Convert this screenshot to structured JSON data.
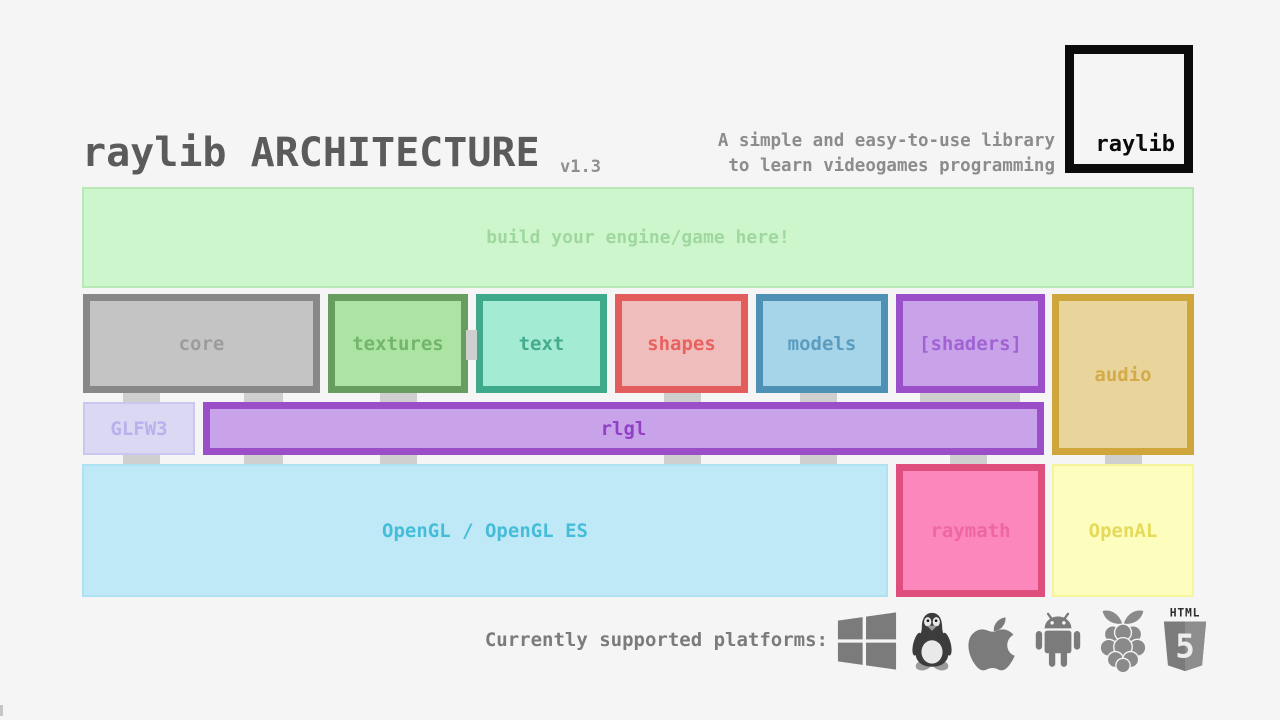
{
  "header": {
    "title": "raylib ARCHITECTURE",
    "version": "v1.3",
    "tagline": [
      "A simple and easy-to-use library",
      "to learn videogames programming"
    ],
    "logo_text": "raylib"
  },
  "banner": {
    "label": "build your engine/game here!"
  },
  "modules": [
    {
      "label": "core",
      "border": "#888888",
      "fill": "#c4c4c4",
      "text": "#9c9c9c"
    },
    {
      "label": "textures",
      "border": "#679e60",
      "fill": "#abe4a3",
      "text": "#74b56c"
    },
    {
      "label": "text",
      "border": "#3fa98c",
      "fill": "#a3ebd3",
      "text": "#46ab8e"
    },
    {
      "label": "shapes",
      "border": "#e25d5b",
      "fill": "#efbdbc",
      "text": "#e8625f"
    },
    {
      "label": "models",
      "border": "#4f90b5",
      "fill": "#a6d4e8",
      "text": "#5b9dc0"
    },
    {
      "label": "[shaders]",
      "border": "#9b4fc9",
      "fill": "#c9a3ea",
      "text": "#a163d4"
    },
    {
      "label": "audio",
      "border": "#cfa63c",
      "fill": "#e9d49b",
      "text": "#d4ab4a"
    }
  ],
  "middle": [
    {
      "label": "GLFW3",
      "border": "#cac6ef",
      "fill": "#dbd8f4",
      "text": "#b7b1ec"
    },
    {
      "label": "rlgl",
      "border": "#9a4ec8",
      "fill": "#c9a3ea",
      "text": "#9240c6"
    }
  ],
  "bottom": [
    {
      "label": "OpenGL / OpenGL ES",
      "border": "#aee2f2",
      "fill": "#bfe9f7",
      "text": "#46bdd8"
    },
    {
      "label": "raymath",
      "border": "#df4f7d",
      "fill": "#fb87bd",
      "text": "#ef66a0"
    },
    {
      "label": "OpenAL",
      "border": "#f5f59c",
      "fill": "#fdfdbe",
      "text": "#e5da5a"
    }
  ],
  "platforms": {
    "label": "Currently supported platforms:",
    "icons": [
      "windows",
      "linux",
      "apple",
      "android",
      "raspberry-pi",
      "html5"
    ],
    "html5_top_text": "HTML",
    "html5_number": "5"
  },
  "colors": {
    "background": "#f5f5f5",
    "title_text": "#5b5b5b",
    "secondary_text": "#8c8c8c",
    "connector": "#cfcfcf",
    "banner_fill": "#cdf6cc",
    "banner_border": "#b7e8b6",
    "banner_text": "#9fd89f",
    "platform_icon": "#7b7b7b",
    "logo_black": "#0b0b0b"
  }
}
